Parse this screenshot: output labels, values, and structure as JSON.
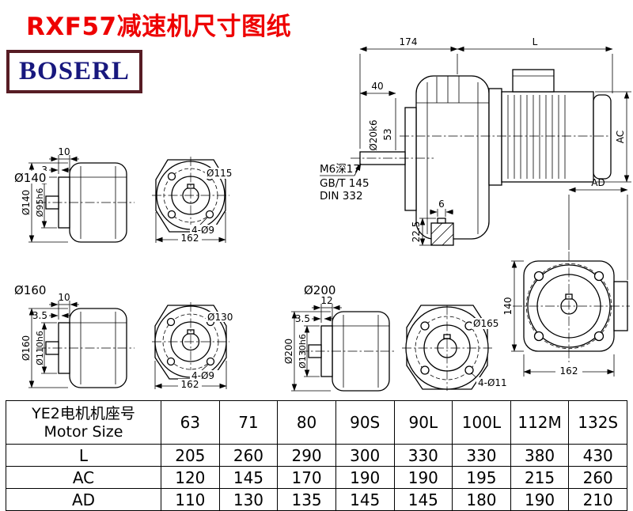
{
  "title": "RXF57减速机尺寸图纸",
  "logo": "BOSERL",
  "colors": {
    "title_red": "#ee0000",
    "logo_text_blue": "#18187e",
    "logo_border_maroon": "#571c24",
    "line_black": "#000000"
  },
  "main_view": {
    "dim_length_input": "174",
    "dim_length_motor": "L",
    "dim_shaft_len": "40",
    "dim_shaft_dia": "Ø20k6",
    "dim_hub": "53",
    "dim_motor_od": "AC",
    "note_tap": "M6深17",
    "note_std1": "GB/T 145",
    "note_std2": "DIN 332",
    "key_width": "6",
    "key_height": "22.5"
  },
  "end_view": {
    "dim_ad": "AD",
    "dim_height": "140",
    "dim_width": "162"
  },
  "flange140": {
    "label": "Ø140",
    "dim_flange_thk": "10",
    "dim_lip": "3",
    "dim_od": "Ø140",
    "dim_spigot": "Ø95h6",
    "dim_bolt_circle": "Ø115",
    "dim_holes": "4-Ø9",
    "dim_width": "162"
  },
  "flange160": {
    "label": "Ø160",
    "dim_flange_thk": "10",
    "dim_lip": "3.5",
    "dim_od": "Ø160",
    "dim_spigot": "Ø110h6",
    "dim_bolt_circle": "Ø130",
    "dim_holes": "4-Ø9",
    "dim_width": "162"
  },
  "flange200": {
    "label": "Ø200",
    "dim_flange_thk": "12",
    "dim_lip": "3.5",
    "dim_od": "Ø200",
    "dim_spigot": "Ø130h6",
    "dim_bolt_circle": "Ø165",
    "dim_holes": "4-Ø11"
  },
  "table": {
    "header_cn": "YE2电机机座号",
    "header_en": "Motor Size",
    "columns": [
      "63",
      "71",
      "80",
      "90S",
      "90L",
      "100L",
      "112M",
      "132S"
    ],
    "rows": [
      {
        "label": "L",
        "values": [
          "205",
          "260",
          "290",
          "300",
          "330",
          "330",
          "380",
          "430"
        ]
      },
      {
        "label": "AC",
        "values": [
          "120",
          "145",
          "170",
          "190",
          "190",
          "195",
          "215",
          "260"
        ]
      },
      {
        "label": "AD",
        "values": [
          "110",
          "130",
          "135",
          "145",
          "145",
          "180",
          "190",
          "210"
        ]
      }
    ]
  }
}
